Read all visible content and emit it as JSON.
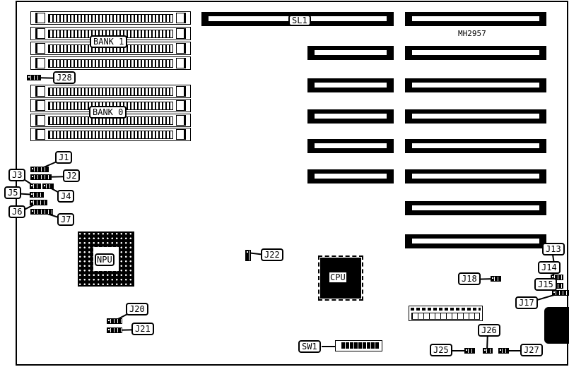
{
  "title": "MH2957",
  "labels": {
    "bank1": "BANK 1",
    "bank0": "BANK 0",
    "sl1": "SL1",
    "npu": "NPU",
    "cpu": "CPU",
    "sw1": "SW1",
    "j1": "J1",
    "j2": "J2",
    "j3": "J3",
    "j4": "J4",
    "j5": "J5",
    "j6": "J6",
    "j7": "J7",
    "j13": "J13",
    "j14": "J14",
    "j15": "J15",
    "j17": "J17",
    "j18": "J18",
    "j20": "J20",
    "j21": "J21",
    "j22": "J22",
    "j25": "J25",
    "j26": "J26",
    "j27": "J27",
    "j28": "J28"
  }
}
